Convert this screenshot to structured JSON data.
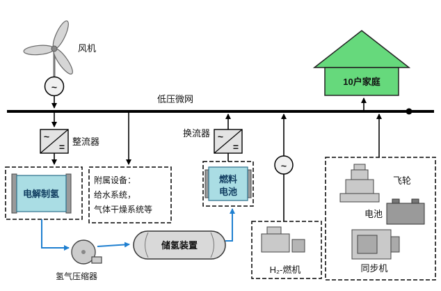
{
  "diagram": {
    "bus": {
      "label": "低压微网"
    },
    "wind": {
      "label": "风机",
      "ac": "~"
    },
    "rectifier": {
      "label": "整流器",
      "ac": "~",
      "dc": "="
    },
    "converter": {
      "label": "换流器",
      "ac": "~",
      "dc": "="
    },
    "house": {
      "label": "10户家庭"
    },
    "electrolysis": {
      "label": "电解制氢"
    },
    "auxiliary": {
      "line1": "附属设备：",
      "line2": "给水系统，",
      "line3": "气体干燥系统等"
    },
    "fuel_cell": {
      "line1": "燃料",
      "line2": "电池"
    },
    "storage": {
      "label": "储氢装置"
    },
    "compressor": {
      "label": "氢气压缩器"
    },
    "h2_engine": {
      "label": "H₂-燃机",
      "ac": "~"
    },
    "flywheel": {
      "label": "飞轮"
    },
    "battery": {
      "label": "电池"
    },
    "sync_machine": {
      "label": "同步机"
    },
    "colors": {
      "house_green": "#66d97c",
      "cell_teal": "#aadde4",
      "flow_blue": "#1e7fd0",
      "component_gray": "#c9c9c9",
      "line_black": "#000000"
    }
  }
}
